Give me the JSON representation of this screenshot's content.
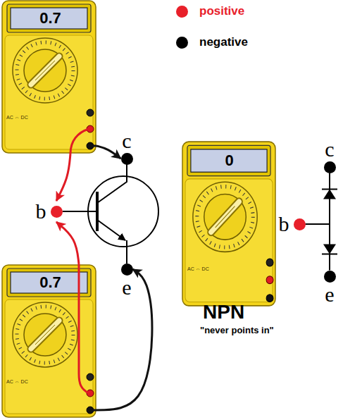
{
  "diagram": {
    "nodes": [
      {
        "text": [
          "0.7"
        ]
      },
      {
        "text": [
          "c"
        ]
      },
      {
        "text": [
          "b"
        ]
      },
      {
        "text": [
          "e"
        ]
      },
      {
        "text": [
          "0"
        ]
      },
      {
        "text": [
          "0.7"
        ]
      },
      {
        "text": [
          "c"
        ]
      },
      {
        "text": [
          "b"
        ]
      },
      {
        "text": [
          "e"
        ]
      }
    ],
    "edges": [
      {
        "from": 0,
        "to": 2,
        "arrow": "to"
      },
      {
        "from": 0,
        "to": 1,
        "arrow": "to"
      },
      {
        "from": 5,
        "to": 2,
        "arrow": "to"
      },
      {
        "from": 5,
        "to": 3,
        "arrow": "to"
      },
      {
        "from": 7,
        "to": 6,
        "arrow": "to"
      },
      {
        "from": 7,
        "to": 8,
        "arrow": "to"
      }
    ],
    "labels": [
      "AC ⇔ DC",
      "AC ⇔ DC",
      "AC ⇔ DC",
      "NPN",
      "\"never points in\""
    ],
    "legend": [
      {
        "text": "positive",
        "color": "#e8202a"
      },
      {
        "text": "negative",
        "color": "#000000"
      }
    ]
  }
}
